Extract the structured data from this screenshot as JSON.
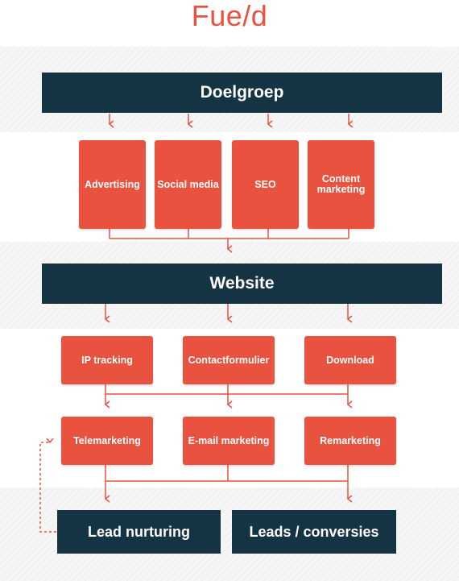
{
  "colors": {
    "brand": "#e8523f",
    "dark": "#143343",
    "line": "#e8523f"
  },
  "logo": {
    "text": "Fue/d"
  },
  "top_bar": {
    "label": "Doelgroep"
  },
  "channels": [
    {
      "label": "Advertising"
    },
    {
      "label": "Social media"
    },
    {
      "label": "SEO"
    },
    {
      "label": "Content\nmarketing"
    }
  ],
  "website_bar": {
    "label": "Website"
  },
  "conversions": [
    {
      "label": "IP tracking"
    },
    {
      "label": "Contactformulier"
    },
    {
      "label": "Download"
    }
  ],
  "followups": [
    {
      "label": "Telemarketing"
    },
    {
      "label": "E-mail marketing"
    },
    {
      "label": "Remarketing"
    }
  ],
  "outcomes": {
    "nurturing": "Lead nurturing",
    "leads": "Leads / conversies"
  }
}
